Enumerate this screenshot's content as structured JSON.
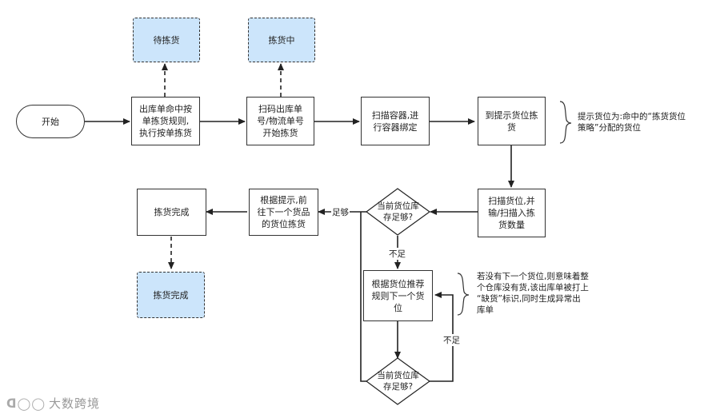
{
  "nodes": {
    "start": "开始",
    "dispatch": "出库单命中按\n单拣货规则,\n执行按单拣货",
    "scan_order": "扫码出库单\n号/物流单号\n开始拣货",
    "scan_container": "扫描容器,进\n行容器绑定",
    "goto_location": "到提示货位拣\n货",
    "scan_location": "扫描货位,并\n输/扫描入拣\n货数量",
    "next_item": "根据提示,前\n往下一个货品\n的货位拣货",
    "pick_done": "拣货完成",
    "recommend": "根据货位推荐\n规则下一个货\n位",
    "state_waiting": "待拣货",
    "state_picking": "拣货中",
    "state_done": "拣货完成"
  },
  "decisions": {
    "enough_1": "当前货位库\n存足够?",
    "enough_2": "当前货位库\n存足够?"
  },
  "edge_labels": {
    "sufficient": "足够",
    "insufficient_1": "不足",
    "insufficient_2": "不足"
  },
  "notes": {
    "location_hint": "提示货位为:命中的“拣货货位\n策略”分配的货位",
    "no_next_location": "若没有下一个货位,则意味着整\n个仓库没有货,该出库单被打上\n“缺货”标识,同时生成异常出\n库单"
  },
  "watermark": "大数跨境"
}
